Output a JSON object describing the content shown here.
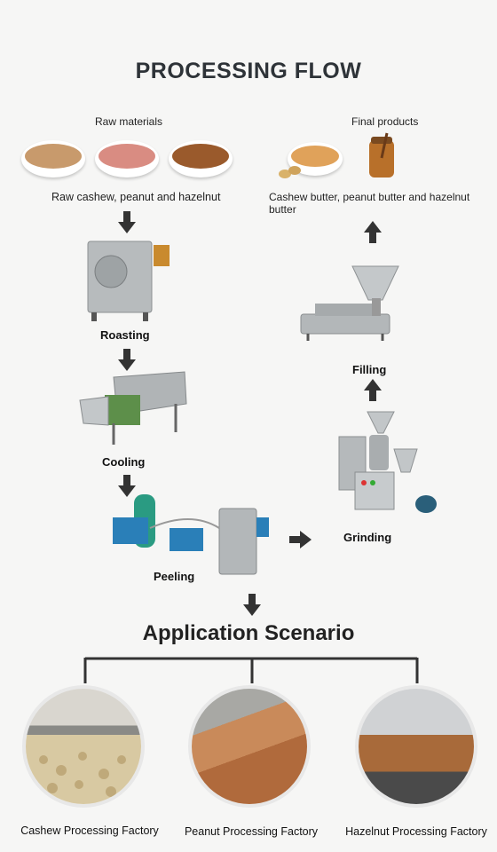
{
  "title": "PROCESSING FLOW",
  "raw": {
    "label": "Raw materials",
    "caption": "Raw cashew, peanut and hazelnut",
    "bowls": [
      {
        "name": "cashew-bowl",
        "color": "#c89a6c"
      },
      {
        "name": "peanut-bowl",
        "color": "#d98c82"
      },
      {
        "name": "hazelnut-bowl",
        "color": "#9a5a2c"
      }
    ]
  },
  "final": {
    "label": "Final products",
    "caption": "Cashew butter, peanut butter and hazelnut butter"
  },
  "steps": {
    "roasting": "Roasting",
    "cooling": "Cooling",
    "peeling": "Peeling",
    "grinding": "Grinding",
    "filling": "Filling"
  },
  "application": {
    "title": "Application Scenario",
    "factories": [
      {
        "label": "Cashew Processing Factory",
        "color": "#d8c9a2"
      },
      {
        "label": "Peanut Processing Factory",
        "color": "#b06a3c"
      },
      {
        "label": "Hazelnut Processing Factory",
        "color": "#a86a3a"
      }
    ]
  },
  "colors": {
    "arrow": "#333333",
    "machine": "#a8acae",
    "accent": "#2a9bd3"
  }
}
